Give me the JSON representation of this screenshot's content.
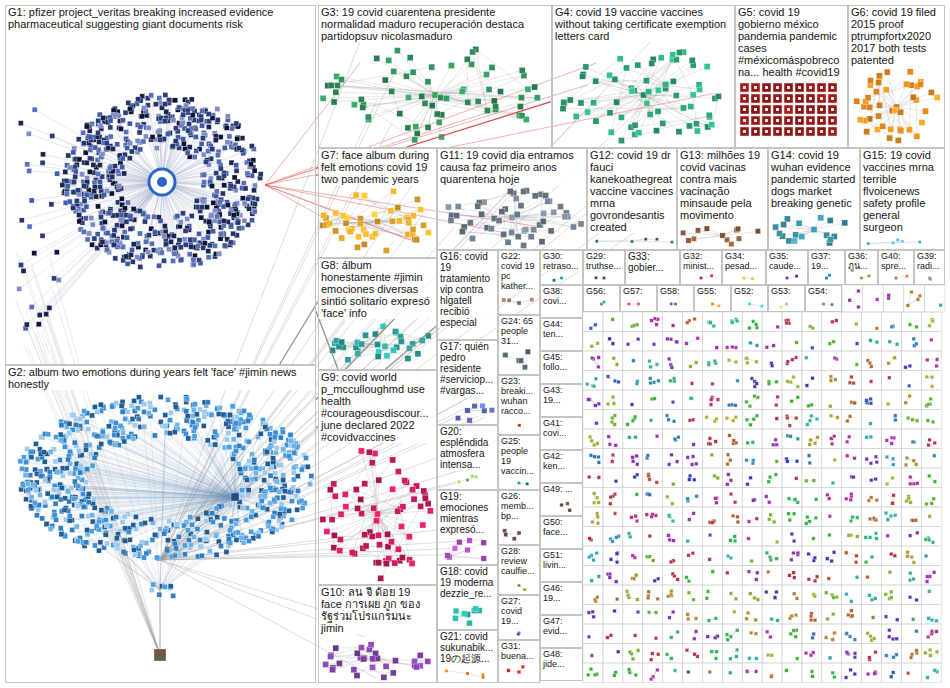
{
  "diagram": {
    "nodes": [
      {
        "text": [
          "G1: pfizer project_veritas breaking increased evidence pharmaceutical suggesting giant documents risk"
        ]
      },
      {
        "text": [
          "G2: album two emotions during years felt 'face' #jimin news honestly"
        ]
      },
      {
        "text": [
          "G3: 19 covid cuarentena presidente normalidad maduro recuperación destaca partidopsuv nicolasmaduro"
        ]
      },
      {
        "text": [
          "G4: covid 19 vaccine vaccines without taking certificate exemption letters card"
        ]
      },
      {
        "text": [
          "G5: covid 19 gobierno méxico pandemia pandemic cases #méxicomáspobrecona... health #covid19"
        ]
      },
      {
        "text": [
          "G6: covid 19 filed 2015 proof ptrumpfortx2020 2017 both tests patented"
        ]
      },
      {
        "text": [
          "G7: face album during felt emotions covid 19 two pandemic years"
        ]
      },
      {
        "text": [
          "G11: 19 covid dia entramos causa faz primeiro anos quarentena hoje"
        ]
      },
      {
        "text": [
          "G12: covid 19 dr fauci kanekoathegreat vaccine vaccines mrna govrondesantis created"
        ]
      },
      {
        "text": [
          "G13: milhões 19 covid vacinas contra mais vacinação minsaude pela movimento"
        ]
      },
      {
        "text": [
          "G14: covid 19 wuhan evidence pandemic started dogs market breaking genetic"
        ]
      },
      {
        "text": [
          "G15: 19 covid vaccines mrna terrible flvoicenews safety profile general surgeon"
        ]
      },
      {
        "text": [
          "G8: álbum honestamente #jimin emociones diversas sintió solitario expresó 'face' info"
        ]
      },
      {
        "text": [
          "G9: covid world p_mcculloughmd use health #courageousdiscour... june declared 2022 #covidvaccines"
        ]
      },
      {
        "text": [
          "G10: ลน จี ด้อย 19 face การเผย ภูก ของ รัฐร่วมโปรแกรมนะ jimin"
        ]
      },
      {
        "text": [
          "G16: covid 19 tratamiento vip contra hlgatell recibió especial"
        ]
      },
      {
        "text": [
          "G17: quién pedro residente #serviciop... #vargas..."
        ]
      },
      {
        "text": [
          "G20: esplêndida atmosfera intensa..."
        ]
      },
      {
        "text": [
          "G19: emociones mientras expresó..."
        ]
      },
      {
        "text": [
          "G18: covid 19 moderna dezzie_re..."
        ]
      },
      {
        "text": [
          "G21: covid sukunabik... 19の起源..."
        ]
      },
      {
        "text": [
          "G22: covid 19 pc kather..."
        ]
      },
      {
        "text": [
          "G24: 65 people 31..."
        ]
      },
      {
        "text": [
          "G23: breaki... wuhan racco..."
        ]
      },
      {
        "text": [
          "G25: people 19 vaccin..."
        ]
      },
      {
        "text": [
          "G26: memb... bp..."
        ]
      },
      {
        "text": [
          "G28: review caulfie..."
        ]
      },
      {
        "text": [
          "G27: covid 19..."
        ]
      },
      {
        "text": [
          "G31: buena..."
        ]
      },
      {
        "text": [
          "G30: retraso..."
        ]
      },
      {
        "text": [
          "G29: truthse..."
        ]
      },
      {
        "text": [
          "G33: gobier..."
        ]
      },
      {
        "text": [
          "G32: minist..."
        ]
      },
      {
        "text": [
          "G34: pesad..."
        ]
      },
      {
        "text": [
          "G35: caude..."
        ]
      },
      {
        "text": [
          "G37: 19..."
        ]
      },
      {
        "text": [
          "G36: ภูน..."
        ]
      },
      {
        "text": [
          "G40: spre..."
        ]
      },
      {
        "text": [
          "G39: radi..."
        ]
      },
      {
        "text": [
          "G38: covi..."
        ]
      },
      {
        "text": [
          "G44: ten..."
        ]
      },
      {
        "text": [
          "G45: follo..."
        ]
      },
      {
        "text": [
          "G43: 19..."
        ]
      },
      {
        "text": [
          "G41: covi..."
        ]
      },
      {
        "text": [
          "G42: ken..."
        ]
      },
      {
        "text": [
          "G49: ..."
        ]
      },
      {
        "text": [
          "G50: face..."
        ]
      },
      {
        "text": [
          "G51: livin..."
        ]
      },
      {
        "text": [
          "G46: 19..."
        ]
      },
      {
        "text": [
          "G47: evid..."
        ]
      },
      {
        "text": [
          "G48: jide..."
        ]
      },
      {
        "text": [
          "G56:"
        ]
      },
      {
        "text": [
          "G57:"
        ]
      },
      {
        "text": [
          "G58:"
        ]
      },
      {
        "text": [
          "G55:"
        ]
      },
      {
        "text": [
          "G52:"
        ]
      },
      {
        "text": [
          "G53:"
        ]
      },
      {
        "text": [
          "G54:"
        ]
      }
    ],
    "edges": [
      {
        "from": 1,
        "to": 6,
        "arrow": "none"
      },
      {
        "from": 1,
        "to": 7,
        "arrow": "none"
      },
      {
        "from": 0,
        "to": 3,
        "arrow": "none"
      },
      {
        "from": 0,
        "to": 2,
        "arrow": "none"
      },
      {
        "from": 1,
        "to": 15,
        "arrow": "none"
      },
      {
        "from": 0,
        "to": 13,
        "arrow": "none"
      }
    ]
  }
}
